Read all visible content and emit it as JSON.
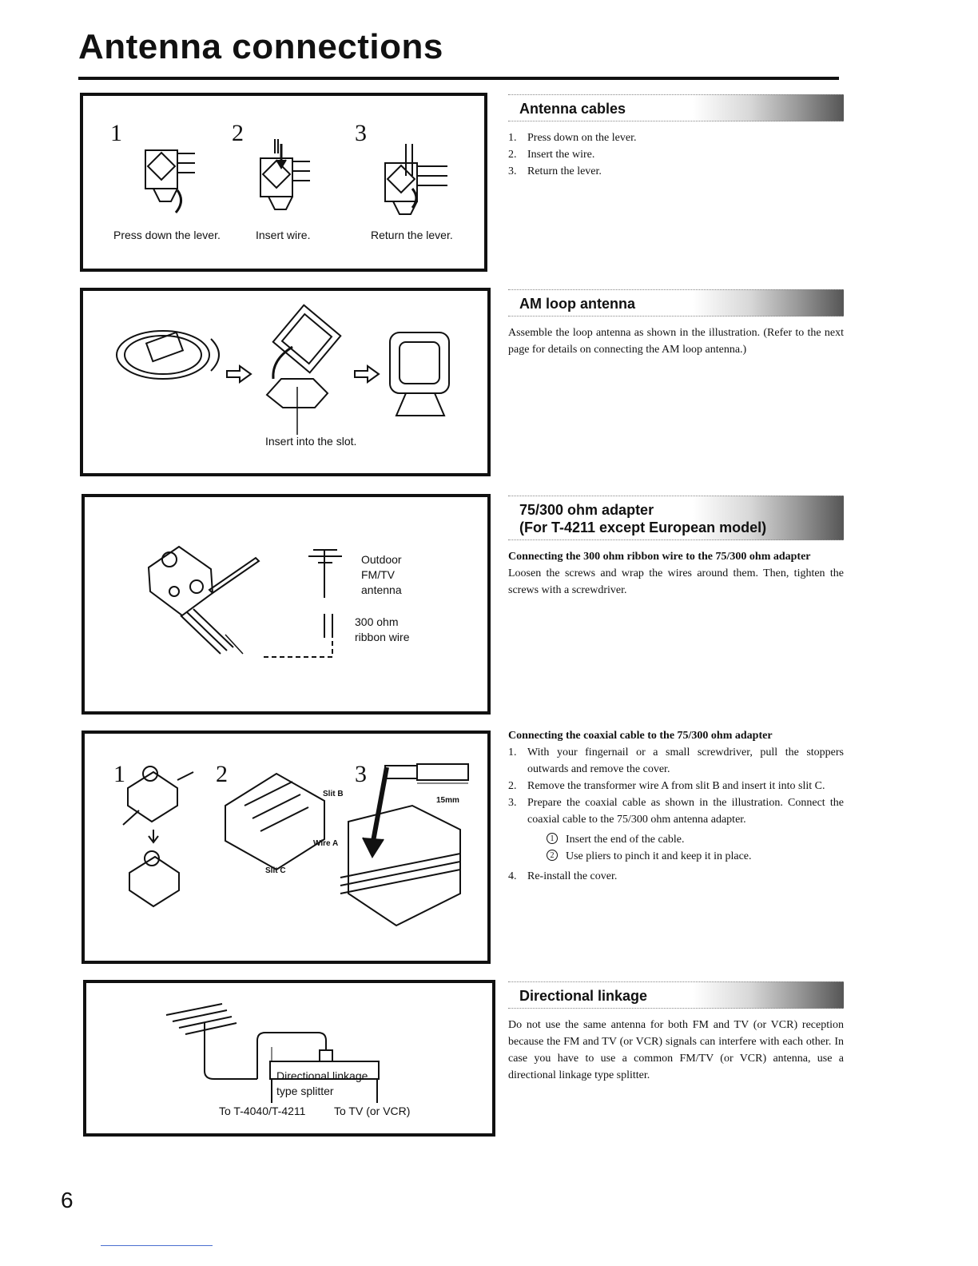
{
  "page": {
    "title": "Antenna connections",
    "page_number": "6"
  },
  "figures": {
    "antenna_cables": {
      "step_numbers": [
        "1",
        "2",
        "3"
      ],
      "captions": [
        "Press down the lever.",
        "Insert wire.",
        "Return the lever."
      ]
    },
    "am_loop": {
      "caption": "Insert into the slot."
    },
    "adapter": {
      "outdoor_label": [
        "Outdoor",
        "FM/TV",
        "antenna"
      ],
      "ribbon_label": [
        "300 ohm",
        "ribbon wire"
      ]
    },
    "coaxial": {
      "step_numbers": [
        "1",
        "2",
        "3"
      ],
      "slit_b": "Slit B",
      "wire_a": "Wire A",
      "slit_c": "Slit C",
      "measure": "15mm"
    },
    "splitter": {
      "splitter_label": [
        "Directional linkage",
        "type splitter"
      ],
      "to_tuner": "To T-4040/T-4211",
      "to_tv": "To TV (or VCR)"
    }
  },
  "sections": {
    "antenna_cables": {
      "heading": "Antenna cables",
      "steps": [
        {
          "n": "1.",
          "text": "Press down on the lever."
        },
        {
          "n": "2.",
          "text": "Insert the wire."
        },
        {
          "n": "3.",
          "text": "Return the lever."
        }
      ]
    },
    "am_loop": {
      "heading": "AM loop antenna",
      "paragraph": "Assemble the loop antenna as shown in the illustration. (Refer to the next page for details on connecting the AM loop antenna.)"
    },
    "adapter": {
      "heading_line1": "75/300 ohm adapter",
      "heading_line2": "(For T-4211 except European model)",
      "subheading": "Connecting the 300 ohm ribbon wire to the 75/300 ohm adapter",
      "paragraph": "Loosen the screws and wrap the wires around them. Then, tighten the screws with a screwdriver."
    },
    "coaxial": {
      "subheading": "Connecting the coaxial cable to the 75/300 ohm adapter",
      "steps": [
        {
          "n": "1.",
          "text": "With your fingernail or a small screwdriver, pull the stoppers outwards and remove the cover."
        },
        {
          "n": "2.",
          "text": "Remove the transformer wire A from slit B and insert it into slit C."
        },
        {
          "n": "3.",
          "text": "Prepare the coaxial cable as shown in the illustration. Connect the coaxial cable to the 75/300 ohm antenna adapter."
        }
      ],
      "substeps": [
        {
          "n": "1",
          "text": "Insert the end of the cable."
        },
        {
          "n": "2",
          "text": "Use pliers to pinch it and keep it in place."
        }
      ],
      "step4": {
        "n": "4.",
        "text": "Re-install the cover."
      }
    },
    "directional": {
      "heading": "Directional linkage",
      "paragraph": "Do not use the same antenna for both FM and TV (or VCR) reception because the FM and TV (or VCR) signals can interfere with each other. In case you have to use a common FM/TV (or VCR) antenna, use a directional linkage type splitter."
    }
  }
}
